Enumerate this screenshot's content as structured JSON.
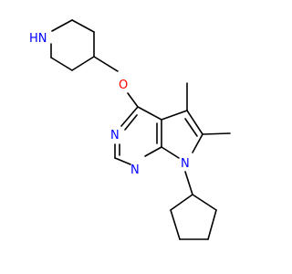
{
  "molecule": {
    "atoms": {
      "hn": {
        "text": "HN",
        "color": "#0000ff"
      },
      "o": {
        "text": "O",
        "color": "#ff0000"
      },
      "n3": {
        "text": "N",
        "color": "#0000ff"
      },
      "n1": {
        "text": "N",
        "color": "#0000ff"
      },
      "n7": {
        "text": "N",
        "color": "#0000ff"
      }
    },
    "bond_color": "#000000"
  }
}
